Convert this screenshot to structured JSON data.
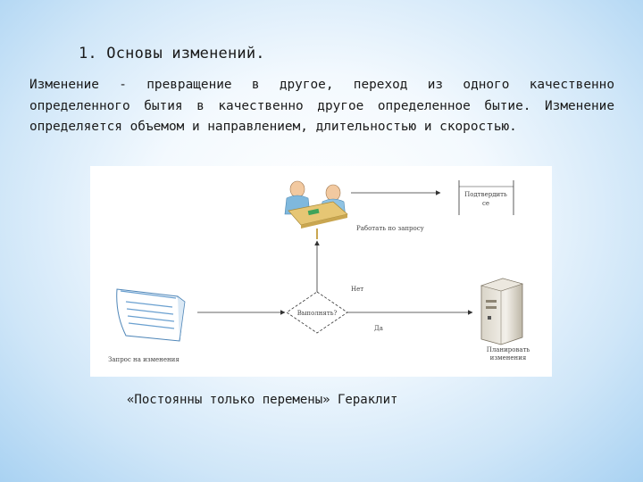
{
  "slide": {
    "title": "1. Основы изменений.",
    "paragraphs": [
      "Изменение - превращение в другое, переход из одного качественно определенного бытия в качественно другое определенное бытие. Изменение определяется объемом и направлением, длительностью и скоростью."
    ],
    "quote": "«Постоянны только перемены»  Гераклит"
  },
  "diagram": {
    "labels": {
      "work": "Работать по запросу",
      "decision": "Выполнять?",
      "no": "Нет",
      "yes": "Да",
      "request": "Запрос на изменения",
      "plan": "Планировать изменения",
      "confirm_line1": "Подтвердить",
      "confirm_line2": "се"
    },
    "icons": [
      "meeting-people-icon",
      "document-icon",
      "server-icon"
    ],
    "colors": {
      "line": "#333333",
      "person": "#7fb8dd",
      "desk": "#e0c070",
      "paper": "#ffffff",
      "paper_lines": "#6aa0d0"
    }
  }
}
